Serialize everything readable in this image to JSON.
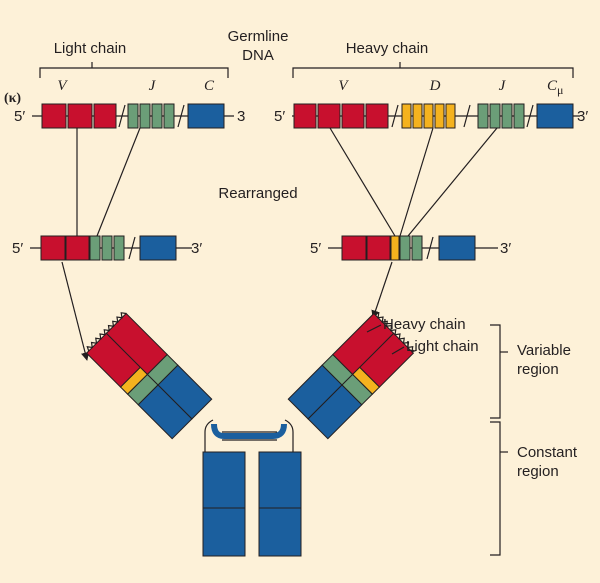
{
  "labels": {
    "germline": "Germline",
    "dna": "DNA",
    "light_chain_title": "Light chain",
    "heavy_chain_title": "Heavy chain",
    "kappa": "(κ)",
    "light_v": "V",
    "light_j": "J",
    "light_c": "C",
    "heavy_v": "V",
    "heavy_d": "D",
    "heavy_j": "J",
    "heavy_c": "C",
    "heavy_c_sub": "μ",
    "five_prime": "5′",
    "three_prime_light": "3",
    "three_prime": "3′",
    "rearranged": "Rearranged",
    "ab_heavy_chain": "Heavy chain",
    "ab_light_chain": "Light chain",
    "variable_1": "Variable",
    "variable_2": "region",
    "constant_1": "Constant",
    "constant_2": "region"
  },
  "colors": {
    "background": "#fdf1d8",
    "v_segment": "#c8102e",
    "j_segment": "#6b9e78",
    "d_segment": "#f4b21e",
    "c_segment": "#1b5f9e"
  }
}
